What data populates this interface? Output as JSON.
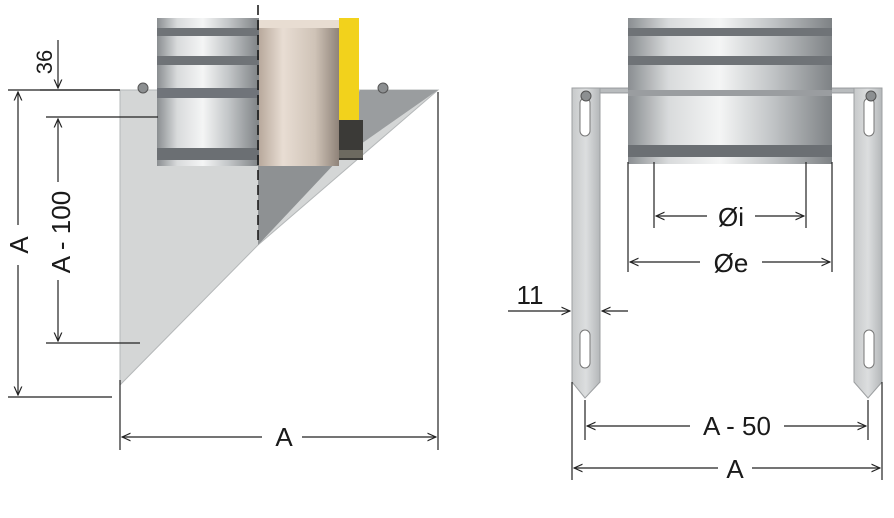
{
  "labels": {
    "collar_height": "36",
    "height_inner": "A - 100",
    "height_total": "A",
    "width_side": "A",
    "inner_diameter": "Øi",
    "outer_diameter": "Øe",
    "bracket_offset": "11",
    "inner_width": "A - 50",
    "outer_width": "A"
  },
  "colors": {
    "plate_light": "#d7d8d8",
    "plate_dark": "#9a9c9e",
    "insulation": "#f4d41a",
    "steel_highlight": "#f2f3f3",
    "steel_shadow": "#7d8184"
  }
}
